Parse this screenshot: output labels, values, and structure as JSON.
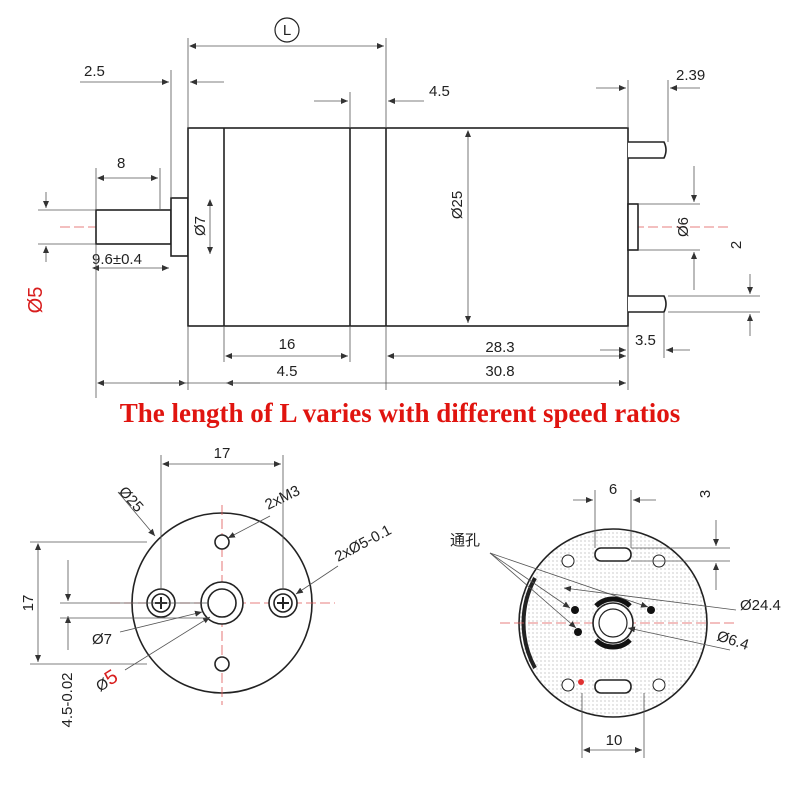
{
  "note_text": "The length of L varies with different speed ratios",
  "side_view": {
    "L_label": "L",
    "dims": {
      "d2_5": "2.5",
      "d4_5_top": "4.5",
      "d2_39": "2.39",
      "d8": "8",
      "d25": "Ø25",
      "d7": "Ø7",
      "d6": "Ø6",
      "d9_6": "9.6±0.4",
      "d2": "2",
      "d5_symbol": "Ø",
      "d5_value": "5",
      "d16": "16",
      "d28_3": "28.3",
      "d3_5": "3.5",
      "d4_5_bottom": "4.5",
      "d30_8": "30.8"
    }
  },
  "front_view": {
    "d17_top": "17",
    "d25": "Ø25",
    "m3": "2xM3",
    "d5_01": "2xØ5-0.1",
    "d17_left": "17",
    "d7": "Ø7",
    "d5_symbol": "Ø",
    "d5_value": "5",
    "d4_5": "4.5-0.02"
  },
  "rear_view": {
    "d6": "6",
    "d3": "3",
    "through_hole": "通孔",
    "d24_4": "Ø24.4",
    "d6_4": "Ø6.4",
    "d10": "10"
  }
}
